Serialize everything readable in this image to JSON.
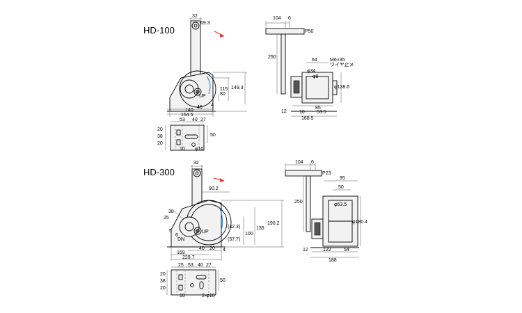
{
  "models": [
    {
      "name": "HD-100",
      "front": {
        "d32": "32",
        "d69_3": "69.3",
        "d115": "115",
        "d80": "80",
        "d149_3": "149.3",
        "d45": "45",
        "d4": "4",
        "d140": "140",
        "d164_5": "164.5",
        "up": "UP"
      },
      "base": {
        "d53": "53",
        "d40": "40",
        "d27": "27",
        "d20a": "20",
        "d38": "38",
        "d20b": "20",
        "d50": "50",
        "d10": "10",
        "phi10": "φ10"
      },
      "side": {
        "d104": "104",
        "d6": "6",
        "p50": "P50",
        "d250": "250",
        "d64": "64",
        "m6": "M6×35",
        "wire": "ワイヤ止メ",
        "phi34": "φ34",
        "phi8": "φ8",
        "phi138_6": "φ138.6",
        "d85": "85",
        "d12": "12",
        "d10": "10",
        "d53_5": "53.5",
        "d168_5": "168.5"
      }
    },
    {
      "name": "HD-300",
      "front": {
        "d32": "32",
        "d90_2": "90.2",
        "d38": "38",
        "d25": "25",
        "d5": "5",
        "d6": "6",
        "dn": "DN",
        "up": "UP",
        "d42_3": "(42.3)",
        "d57_7": "(57.7)",
        "d100": "100",
        "d135": "135",
        "d190_2": "190.2",
        "d40": "40",
        "d20": "20",
        "d4": "4",
        "d169": "169",
        "d229_7": "229.7"
      },
      "base": {
        "d25": "25",
        "d53": "53",
        "d40": "40",
        "d27": "27",
        "d20a": "20",
        "d38": "38",
        "d20b": "20",
        "d50": "50",
        "d10": "10",
        "phi10": "2-φ10"
      },
      "side": {
        "d104": "104",
        "d6": "6",
        "p23": "P23",
        "d250": "250",
        "d95": "95",
        "d50": "50",
        "phi63_5": "φ63.5",
        "phi180_4": "φ180.4",
        "d12": "12",
        "d122": "122",
        "d54": "54",
        "d188": "188"
      }
    }
  ],
  "colors": {
    "rotation_arrow": "#e53935",
    "accent": "#3a8ccf"
  }
}
